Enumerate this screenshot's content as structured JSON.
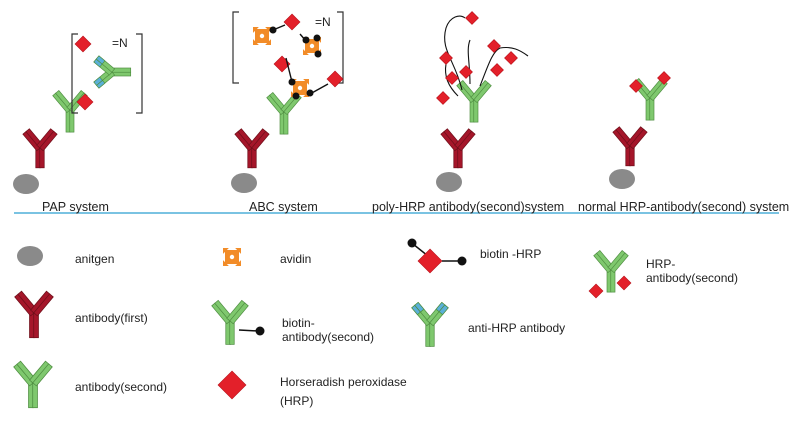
{
  "systems": [
    {
      "label": "PAP system"
    },
    {
      "label": "ABC system"
    },
    {
      "label": "poly-HRP antibody(second)system"
    },
    {
      "label": "normal HRP-antibody(second) system"
    }
  ],
  "bracket_multiplier": "=N",
  "legend": [
    {
      "icon": "antigen-icon",
      "label": "anitgen"
    },
    {
      "icon": "avidin-icon",
      "label": "avidin"
    },
    {
      "icon": "biotin-hrp-icon",
      "label": "biotin -HRP"
    },
    {
      "icon": "hrp-antibody-second-icon",
      "label": "HRP-antibody(second)"
    },
    {
      "icon": "antibody-first-icon",
      "label": "antibody(first)"
    },
    {
      "icon": "biotin-antibody-second-icon",
      "label": "biotin-antibody(second)"
    },
    {
      "icon": "anti-hrp-antibody-icon",
      "label": "anti-HRP antibody"
    },
    {
      "icon": "antibody-second-icon",
      "label": "antibody(second)"
    },
    {
      "icon": "hrp-diamond-icon",
      "label": "Horseradish peroxidase (HRP)"
    }
  ],
  "colors": {
    "antibody_first": "#a5162a",
    "antibody_second": "#7fc86e",
    "antibody_outline": "#4f8e41",
    "anti_hrp_tip": "#5ab0d8",
    "hrp": "#e3202a",
    "avidin": "#f28c28",
    "antigen": "#8a8a8a",
    "divider": "#2a9fd0"
  }
}
